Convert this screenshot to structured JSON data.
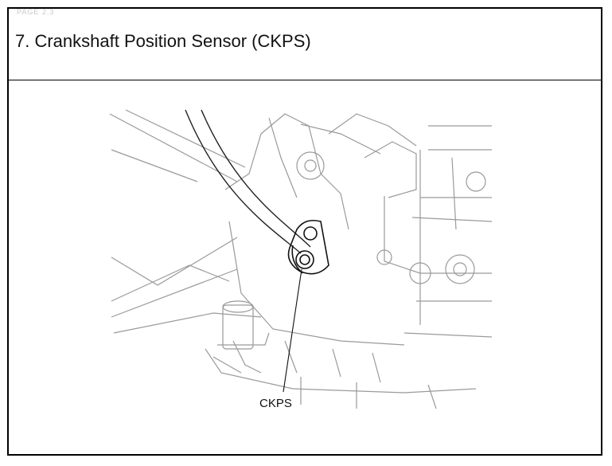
{
  "header": {
    "faint_label": "PAGE 2.3",
    "title": "7. Crankshaft Position Sensor (CKPS)"
  },
  "figure": {
    "callout_label": "CKPS"
  }
}
